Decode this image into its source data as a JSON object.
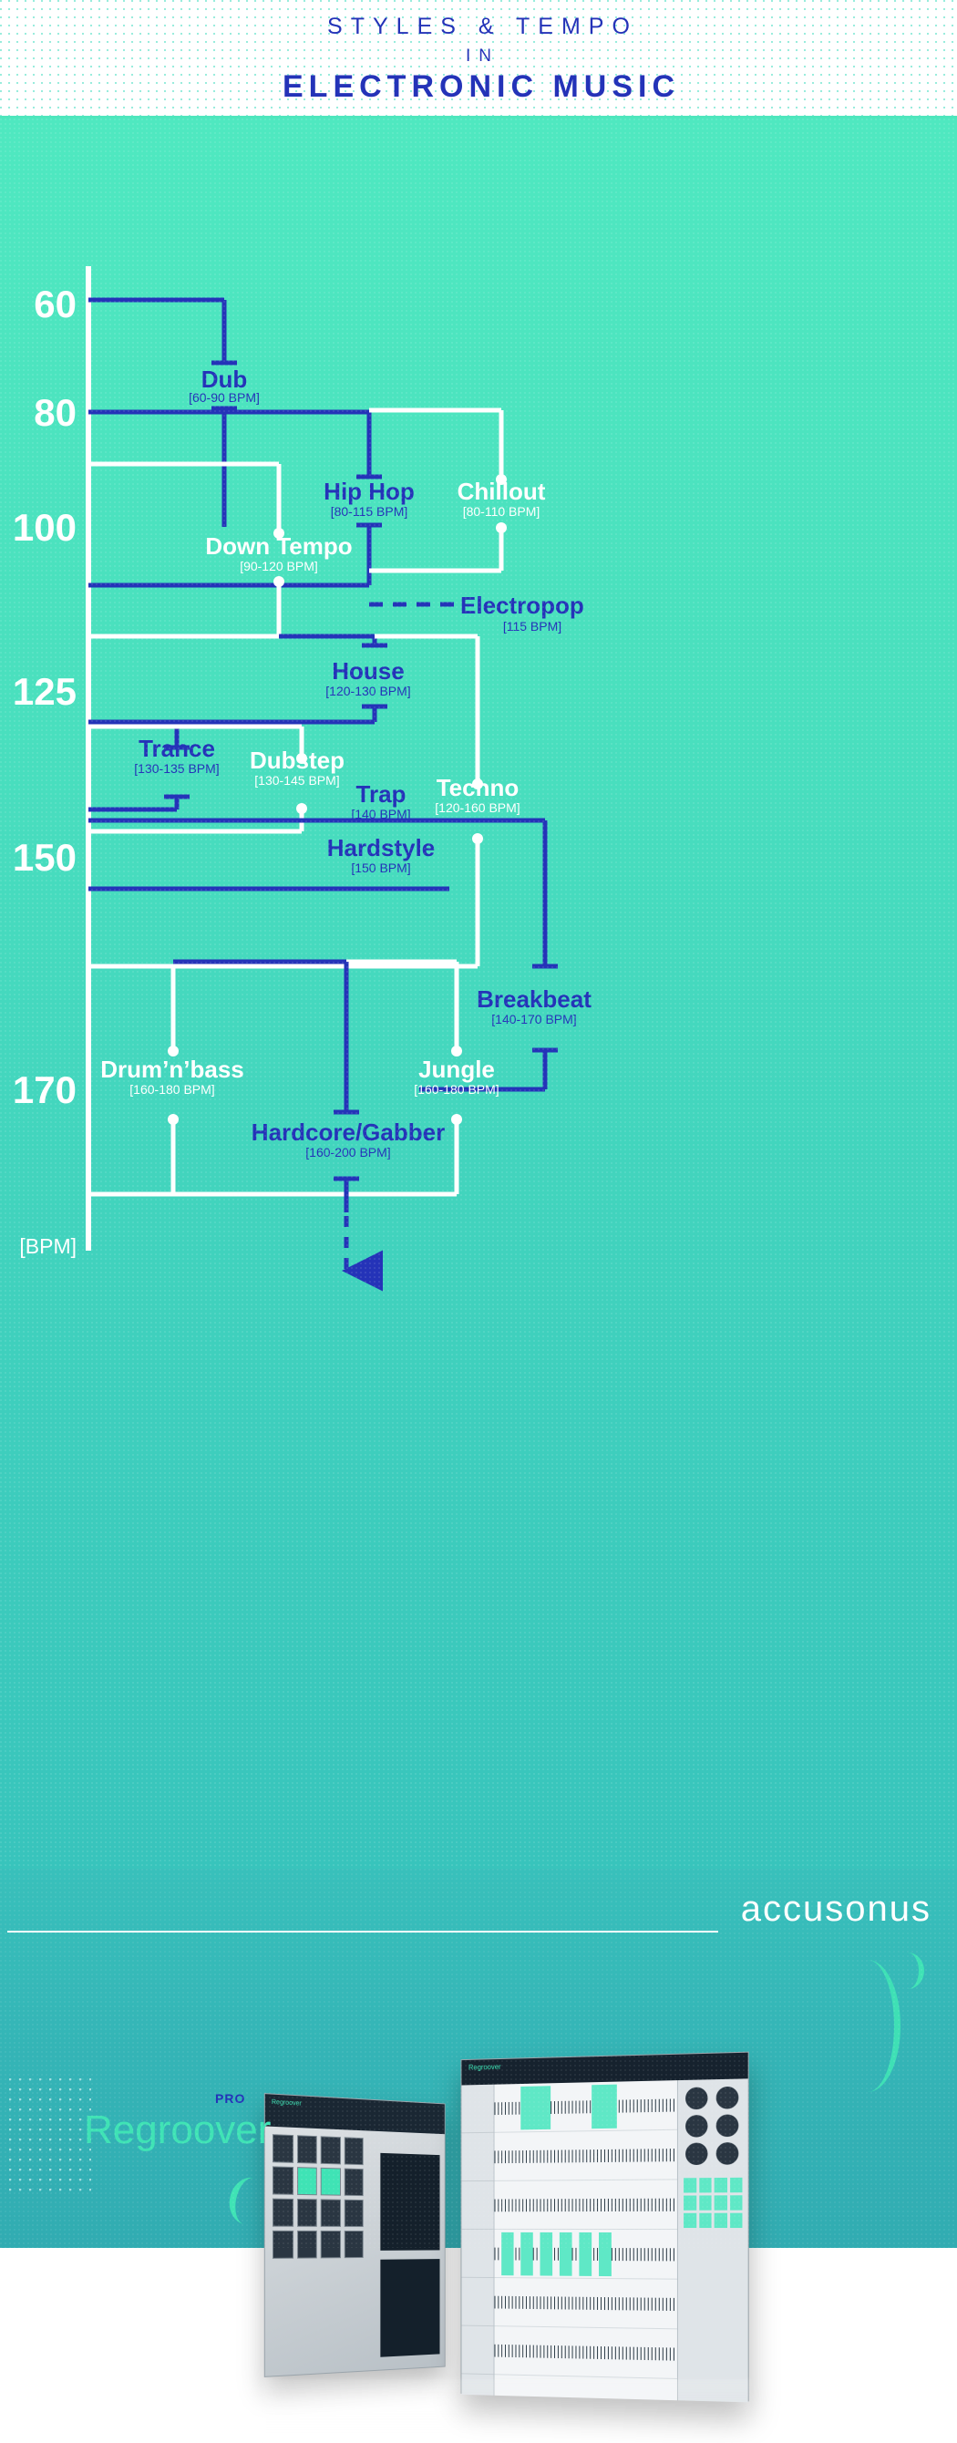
{
  "header": {
    "line1": "STYLES & TEMPO",
    "line2": "IN",
    "line3": "ELECTRONIC MUSIC"
  },
  "axis": {
    "unit_label": "[BPM]",
    "ticks": [
      {
        "label": "60",
        "y": 203
      },
      {
        "label": "80",
        "y": 322
      },
      {
        "label": "100",
        "y": 448
      },
      {
        "label": "125",
        "y": 628
      },
      {
        "label": "150",
        "y": 810
      },
      {
        "label": "170",
        "y": 1065
      }
    ]
  },
  "colors": {
    "blue": "#2433b8",
    "white": "#ffffff",
    "teal_top": "#4fe8c0",
    "teal_bottom": "#38c4bc",
    "accent_green": "#3fe3b5"
  },
  "chart_data": {
    "type": "bar",
    "title": "STYLES & TEMPO IN ELECTRONIC MUSIC",
    "xlabel": "",
    "ylabel": "[BPM]",
    "ylim": [
      55,
      205
    ],
    "orientation": "horizontal-range",
    "grid": false,
    "legend": "none",
    "categories": [
      "Dub",
      "Hip Hop",
      "Chillout",
      "Down Tempo",
      "Electropop",
      "House",
      "Trance",
      "Dubstep",
      "Trap",
      "Techno",
      "Hardstyle",
      "Drum'n'bass",
      "Jungle",
      "Breakbeat",
      "Hardcore/Gabber"
    ],
    "series": [
      {
        "name": "BPM range",
        "items": [
          {
            "label": "Dub",
            "range_text": "[60-90 BPM]",
            "min": 60,
            "max": 90,
            "color": "blue"
          },
          {
            "label": "Hip Hop",
            "range_text": "[80-115 BPM]",
            "min": 80,
            "max": 115,
            "color": "blue"
          },
          {
            "label": "Chillout",
            "range_text": "[80-110 BPM]",
            "min": 80,
            "max": 110,
            "color": "white"
          },
          {
            "label": "Down Tempo",
            "range_text": "[90-120 BPM]",
            "min": 90,
            "max": 120,
            "color": "white"
          },
          {
            "label": "Electropop",
            "range_text": "[115 BPM]",
            "min": 115,
            "max": 115,
            "color": "blue"
          },
          {
            "label": "House",
            "range_text": "[120-130 BPM]",
            "min": 120,
            "max": 130,
            "color": "blue"
          },
          {
            "label": "Trance",
            "range_text": "[130-135 BPM]",
            "min": 130,
            "max": 135,
            "color": "blue"
          },
          {
            "label": "Dubstep",
            "range_text": "[130-145 BPM]",
            "min": 130,
            "max": 145,
            "color": "white"
          },
          {
            "label": "Trap",
            "range_text": "[140 BPM]",
            "min": 140,
            "max": 140,
            "color": "blue"
          },
          {
            "label": "Techno",
            "range_text": "[120-160 BPM]",
            "min": 120,
            "max": 160,
            "color": "white"
          },
          {
            "label": "Hardstyle",
            "range_text": "[150 BPM]",
            "min": 150,
            "max": 150,
            "color": "blue"
          },
          {
            "label": "Drum'n'bass",
            "range_text": "[160-180 BPM]",
            "min": 160,
            "max": 180,
            "color": "white"
          },
          {
            "label": "Jungle",
            "range_text": "[160-180 BPM]",
            "min": 160,
            "max": 180,
            "color": "white"
          },
          {
            "label": "Breakbeat",
            "range_text": "[140-170 BPM]",
            "min": 140,
            "max": 170,
            "color": "blue"
          },
          {
            "label": "Hardcore/Gabber",
            "range_text": "[160-200 BPM]",
            "min": 160,
            "max": 200,
            "color": "blue"
          }
        ]
      }
    ]
  },
  "genres": {
    "dub": {
      "name": "Dub",
      "bpm": "[60-90 BPM]"
    },
    "hiphop": {
      "name": "Hip Hop",
      "bpm": "[80-115 BPM]"
    },
    "chillout": {
      "name": "Chillout",
      "bpm": "[80-110 BPM]"
    },
    "downtempo": {
      "name": "Down Tempo",
      "bpm": "[90-120 BPM]"
    },
    "electropop": {
      "name": "Electropop",
      "bpm": "[115 BPM]"
    },
    "house": {
      "name": "House",
      "bpm": "[120-130 BPM]"
    },
    "trance": {
      "name": "Trance",
      "bpm": "[130-135 BPM]"
    },
    "dubstep": {
      "name": "Dubstep",
      "bpm": "[130-145 BPM]"
    },
    "trap": {
      "name": "Trap",
      "bpm": "[140 BPM]"
    },
    "techno": {
      "name": "Techno",
      "bpm": "[120-160 BPM]"
    },
    "hardstyle": {
      "name": "Hardstyle",
      "bpm": "[150 BPM]"
    },
    "dnb": {
      "name": "Drum’n’bass",
      "bpm": "[160-180 BPM]"
    },
    "jungle": {
      "name": "Jungle",
      "bpm": "[160-180 BPM]"
    },
    "breakbeat": {
      "name": "Breakbeat",
      "bpm": "[140-170 BPM]"
    },
    "hardcore": {
      "name": "Hardcore/Gabber",
      "bpm": "[160-200 BPM]"
    }
  },
  "footer": {
    "brand": "accusonus",
    "product": "Regroover",
    "product_badge": "PRO",
    "product_a_label": "Regroover",
    "product_b_label": "Regroover"
  }
}
